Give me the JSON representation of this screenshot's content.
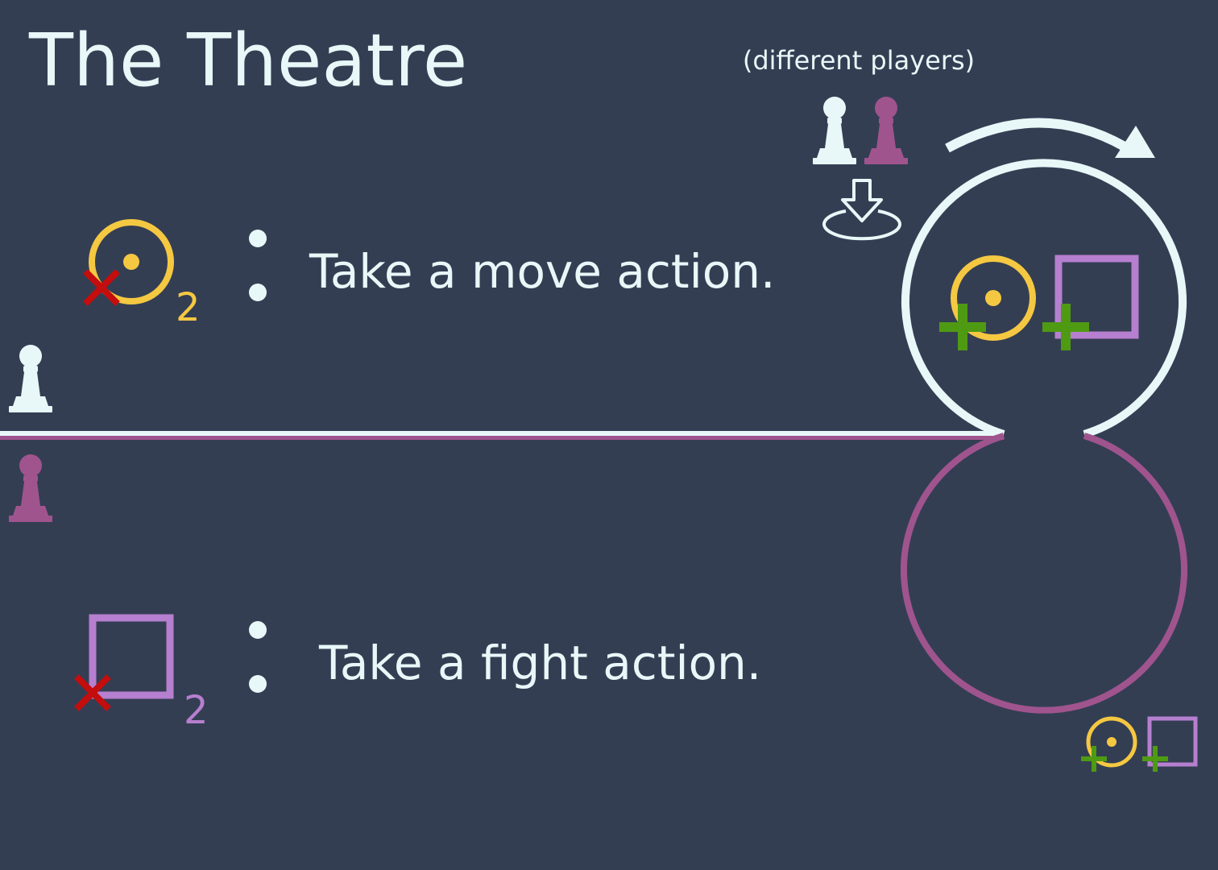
{
  "title": "The Theatre",
  "note": "(different players)",
  "rules": [
    {
      "cost_icon": "move-token-icon",
      "cost_value": "2",
      "text": "Take a move action."
    },
    {
      "cost_icon": "fight-token-icon",
      "cost_value": "2",
      "text": "Take a fight action."
    }
  ],
  "colors": {
    "background": "#343e53",
    "light": "#e8f8f8",
    "magenta": "#a0548e",
    "yellow": "#f5c842",
    "purple": "#b67fcf",
    "green": "#4f9a13",
    "red": "#c40d0d"
  },
  "icons": [
    "light-pawn-icon",
    "magenta-pawn-icon",
    "down-arrow-icon",
    "place-icon",
    "clockwise-arrow-icon",
    "move-token-icon",
    "fight-token-icon",
    "plus-icon",
    "remove-x-icon"
  ]
}
